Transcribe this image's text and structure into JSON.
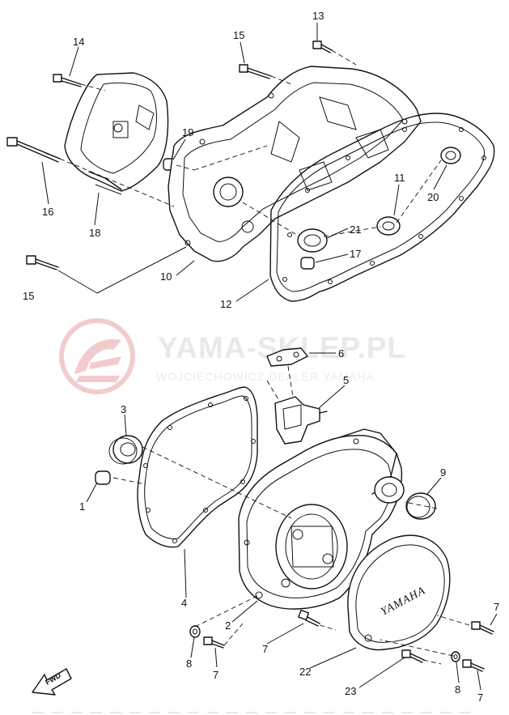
{
  "watermark": {
    "title": "YAMA-SKLEP.PL",
    "subtitle": "WOJCIECHOWICZ DEALER YAMAHA",
    "logo_color": "#e8a3a3"
  },
  "cover_logo": "YAMAHA",
  "direction_arrow": "FWD",
  "callouts": {
    "c1": "1",
    "c2": "2",
    "c3": "3",
    "c4": "4",
    "c5": "5",
    "c6": "6",
    "c7a": "7",
    "c7b": "7",
    "c7c": "7",
    "c7d": "7",
    "c8a": "8",
    "c8b": "8",
    "c9": "9",
    "c10": "10",
    "c11": "11",
    "c12": "12",
    "c13": "13",
    "c14": "14",
    "c15a": "15",
    "c15b": "15",
    "c16": "16",
    "c17": "17",
    "c18": "18",
    "c19": "19",
    "c20": "20",
    "c21": "21",
    "c22": "22",
    "c23": "23"
  }
}
